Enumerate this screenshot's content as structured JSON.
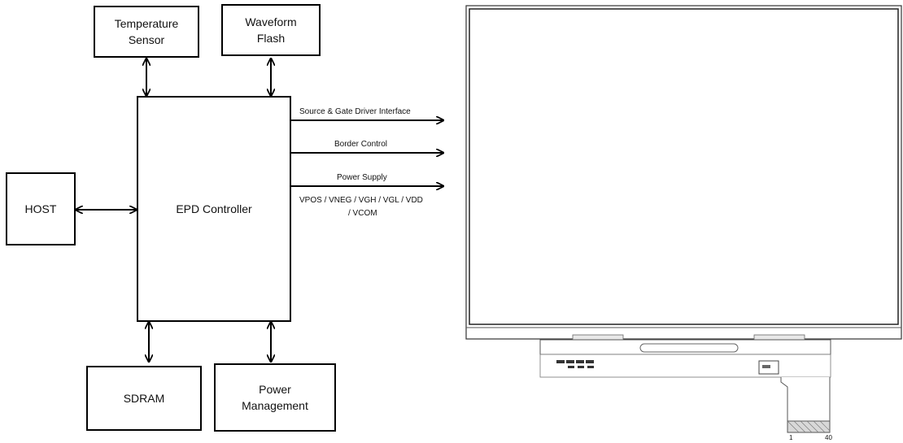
{
  "diagram": {
    "blocks": {
      "temp_sensor": [
        "Temperature",
        "Sensor"
      ],
      "waveform_flash": [
        "Waveform",
        "Flash"
      ],
      "host": "HOST",
      "epd_controller": "EPD Controller",
      "sdram": "SDRAM",
      "power_mgmt": [
        "Power",
        "Management"
      ]
    },
    "signals": {
      "source_gate": "Source & Gate Driver Interface",
      "border": "Border Control",
      "power_supply": "Power Supply",
      "rails_line1": "VPOS / VNEG / VGH / VGL / VDD",
      "rails_line2": "/ VCOM"
    }
  },
  "panel": {
    "fpc_pin_first": "1",
    "fpc_pin_last": "40"
  }
}
